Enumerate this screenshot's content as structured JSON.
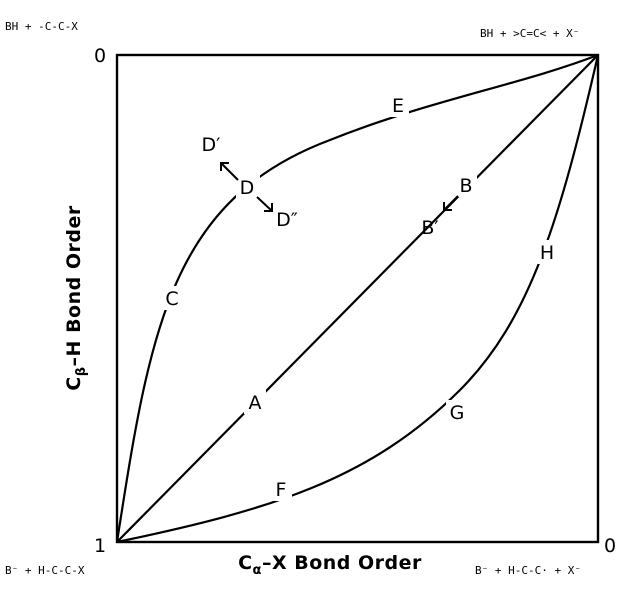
{
  "corners": {
    "top_left_value": "0",
    "top_right_value": "",
    "bottom_left_value": "1",
    "bottom_right_value": "0"
  },
  "corner_structures": {
    "top_left": "BH + -C-C-X",
    "top_right": "BH + >C=C< + X⁻",
    "bottom_left": "B⁻ + H-C-C-X",
    "bottom_right": "B⁻ + H-C-C· + X⁻"
  },
  "axes": {
    "xlabel_main": "C",
    "xlabel_sub": "α",
    "xlabel_rest": "X Bond Order",
    "ylabel_main": "C",
    "ylabel_sub": "β",
    "ylabel_rest": "H Bond Order"
  },
  "curve_labels": {
    "A": "A",
    "B": "B",
    "B_prime": "B′",
    "C": "C",
    "D": "D",
    "D_prime": "D′",
    "D_double_prime": "D″",
    "E": "E",
    "F": "F",
    "G": "G",
    "H": "H"
  },
  "colors": {
    "line": "#000000",
    "background": "#ffffff"
  }
}
